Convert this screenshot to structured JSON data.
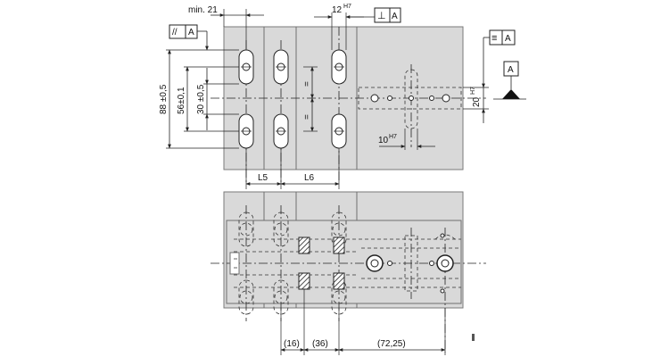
{
  "top_view": {
    "dim_min_label": "min. 21",
    "dim_slot_width_value": "12",
    "dim_slot_width_tolerance": "H7",
    "dim_height_88_label": "88 ±0,5",
    "dim_height_56_label": "56±0,1",
    "dim_height_30_label": "30 ±0,5",
    "dim_equal_top": "=",
    "dim_equal_bottom": "=",
    "dim_20_value": "20",
    "dim_20_tolerance": "H7",
    "dim_10_value": "10",
    "dim_10_tolerance": "H7",
    "dim_l5_label": "L5",
    "dim_l6_label": "L6",
    "gdt_perpendicularity_symbol": "⊥",
    "gdt_perpendicularity_datum": "A",
    "gdt_parallelism_symbol": "//",
    "gdt_parallelism_datum": "A",
    "gdt_symmetry_symbol": "≡",
    "gdt_symmetry_datum": "A",
    "datum_label": "A"
  },
  "bottom_view": {
    "dim_16_label": "(16)",
    "dim_36_label": "(36)",
    "dim_72_label": "(72,25)"
  }
}
